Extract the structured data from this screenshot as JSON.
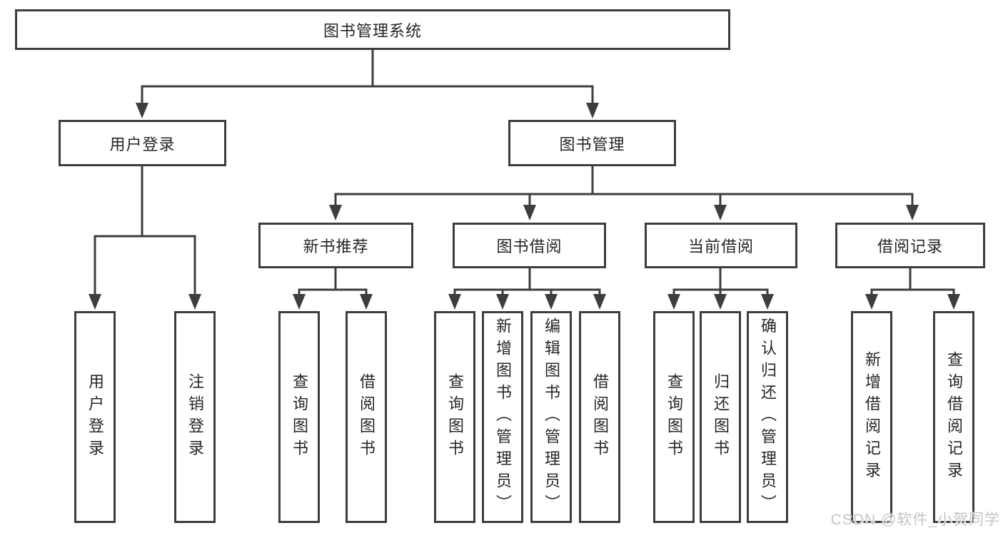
{
  "title": "图书管理系统",
  "watermark": "CSDN @软件_小贺同学",
  "colors": {
    "line": "#3d3d3d",
    "text": "#262626",
    "watermark": "#c5c5c5",
    "background": "#ffffff"
  },
  "nodes": {
    "root": "图书管理系统",
    "user_login": "用户登录",
    "book_management": "图书管理",
    "new_book_recommend": "新书推荐",
    "book_borrow": "图书借阅",
    "current_borrow": "当前借阅",
    "borrow_records": "借阅记录",
    "leaf_user_login": "用户登录",
    "leaf_logout": "注销登录",
    "leaf_recommend_query_books": "查询图书",
    "leaf_recommend_borrow_books": "借阅图书",
    "leaf_borrow_query_books": "查询图书",
    "leaf_borrow_add_books": "新增图书（管理员）",
    "leaf_borrow_edit_books": "编辑图书（管理员）",
    "leaf_borrow_borrow_books": "借阅图书",
    "leaf_current_query_books": "查询图书",
    "leaf_current_return_books": "归还图书",
    "leaf_current_confirm_return": "确认归还（管理员）",
    "leaf_records_add_record": "新增借阅记录",
    "leaf_records_query_record": "查询借阅记录"
  }
}
